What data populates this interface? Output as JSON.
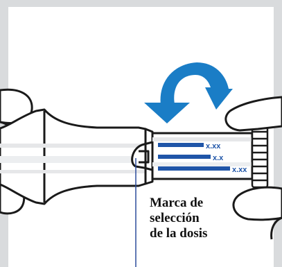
{
  "colors": {
    "background": "#d9dbdd",
    "inner_panel": "#ffffff",
    "arrow": "#1a7dc6",
    "scale_lines": "#1f55a8",
    "outline": "#1a1a1a",
    "pointer_line": "#2b4c9b"
  },
  "icons": {
    "rotation_arrow": "curved-arrow-down-icon"
  },
  "scale": {
    "labels": [
      "x.xx",
      "x.x",
      "x.xx"
    ]
  },
  "callout": {
    "lines": [
      "Marca de",
      "selección",
      "de la dosis"
    ]
  }
}
